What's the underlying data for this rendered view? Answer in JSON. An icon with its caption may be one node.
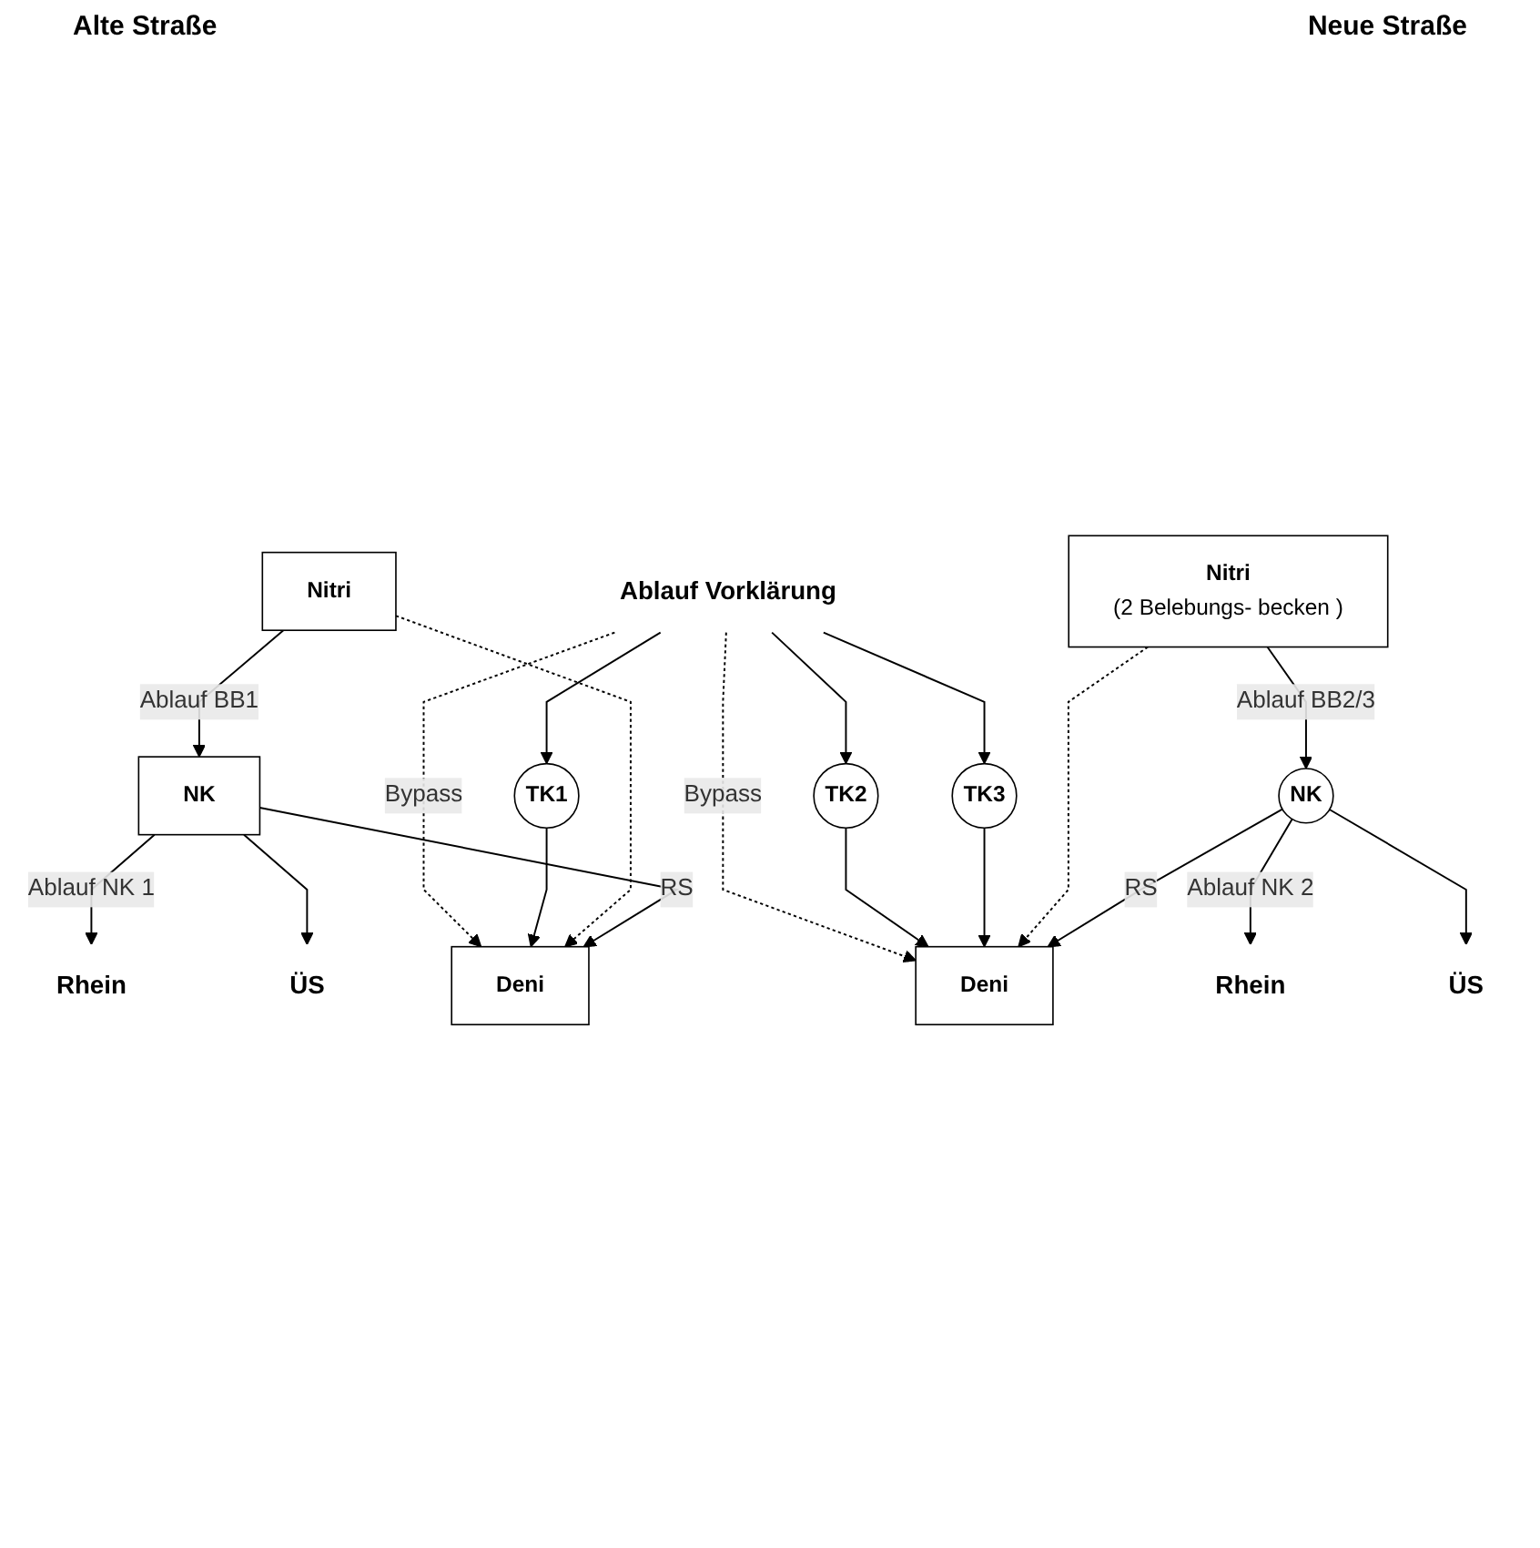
{
  "diagram": {
    "nodes": [
      {
        "text": [
          "Ablauf Vorklärung"
        ]
      },
      {
        "text": [
          "TK1"
        ]
      },
      {
        "text": [
          "TK2"
        ]
      },
      {
        "text": [
          "TK3"
        ]
      },
      {
        "text": [
          "Deni"
        ]
      },
      {
        "text": [
          "Nitri"
        ]
      },
      {
        "text": [
          "Deni"
        ]
      },
      {
        "text": [
          "Nitri",
          "(2 Belebungs- becken )"
        ]
      },
      {
        "text": [
          "NK"
        ]
      },
      {
        "text": [
          "NK"
        ]
      },
      {
        "text": [
          "ÜS"
        ]
      },
      {
        "text": [
          "Rhein"
        ]
      },
      {
        "text": [
          "Rhein"
        ]
      },
      {
        "text": [
          "ÜS"
        ]
      }
    ],
    "edges": [
      {
        "from": 0,
        "to": 1,
        "arrow": "to"
      },
      {
        "from": 0,
        "to": 2,
        "arrow": "to"
      },
      {
        "from": 0,
        "to": 3,
        "arrow": "to"
      },
      {
        "from": 0,
        "to": 4,
        "arrow": "to",
        "label": "Bypass",
        "style": "dashed"
      },
      {
        "from": 0,
        "to": 6,
        "arrow": "to",
        "label": "Bypass",
        "style": "dashed"
      },
      {
        "from": 1,
        "to": 4,
        "arrow": "to"
      },
      {
        "from": 2,
        "to": 6,
        "arrow": "to"
      },
      {
        "from": 3,
        "to": 6,
        "arrow": "to"
      },
      {
        "from": 5,
        "to": 4,
        "arrow": "to",
        "style": "dashed"
      },
      {
        "from": 7,
        "to": 6,
        "arrow": "to",
        "style": "dashed"
      },
      {
        "from": 5,
        "to": 8,
        "arrow": "to",
        "label": "Ablauf BB1"
      },
      {
        "from": 7,
        "to": 9,
        "arrow": "to",
        "label": "Ablauf BB2/3"
      },
      {
        "from": 8,
        "to": 4,
        "arrow": "to",
        "label": "RS"
      },
      {
        "from": 9,
        "to": 6,
        "arrow": "to",
        "label": "RS"
      },
      {
        "from": 8,
        "to": 10,
        "arrow": "to"
      },
      {
        "from": 9,
        "to": 13,
        "arrow": "to"
      },
      {
        "from": 8,
        "to": 11,
        "arrow": "to",
        "label": "Ablauf NK 1"
      },
      {
        "from": 9,
        "to": 12,
        "arrow": "to",
        "label": "Ablauf NK 2"
      }
    ],
    "labels": [
      "Alte Straße",
      "Neue Straße"
    ]
  }
}
